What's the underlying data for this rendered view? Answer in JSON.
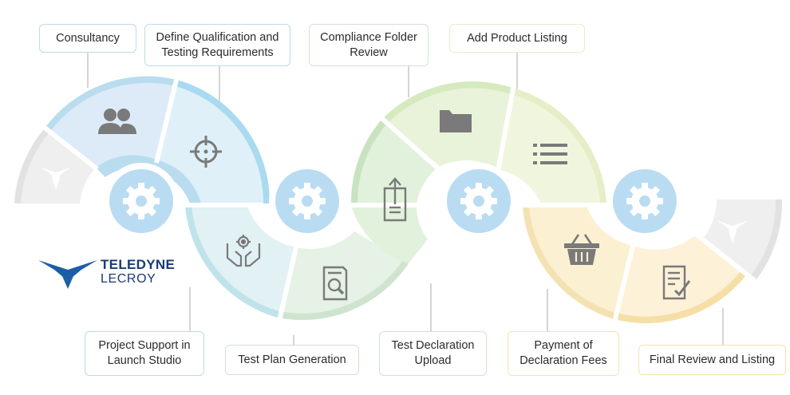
{
  "brand": {
    "line1": "TELEDYNE",
    "line2": "LECROY",
    "color": "#1b5ea8"
  },
  "steps": [
    {
      "label": "Consultancy",
      "icon": "users-icon",
      "color": "#b9dcef"
    },
    {
      "label": "Define Qualification and Testing Requirements",
      "icon": "target-icon",
      "color": "#b9dcef"
    },
    {
      "label": "Project Support in Launch Studio",
      "icon": "gear-hands-icon",
      "color": "#c9e6ee"
    },
    {
      "label": "Test Plan Generation",
      "icon": "document-search-icon",
      "color": "#cfe4cf"
    },
    {
      "label": "Test Declaration Upload",
      "icon": "document-upload-icon",
      "color": "#cfe4cf"
    },
    {
      "label": "Compliance Folder Review",
      "icon": "folder-icon",
      "color": "#d9ebc6"
    },
    {
      "label": "Add Product Listing",
      "icon": "list-icon",
      "color": "#e6eec7"
    },
    {
      "label": "Payment of Declaration Fees",
      "icon": "basket-icon",
      "color": "#f5e2b2"
    },
    {
      "label": "Final Review and Listing",
      "icon": "checklist-icon",
      "color": "#f5e2b2"
    }
  ],
  "hubs": [
    {
      "icon": "gear-icon"
    },
    {
      "icon": "gear-icon"
    },
    {
      "icon": "gear-icon"
    },
    {
      "icon": "gear-icon"
    }
  ]
}
